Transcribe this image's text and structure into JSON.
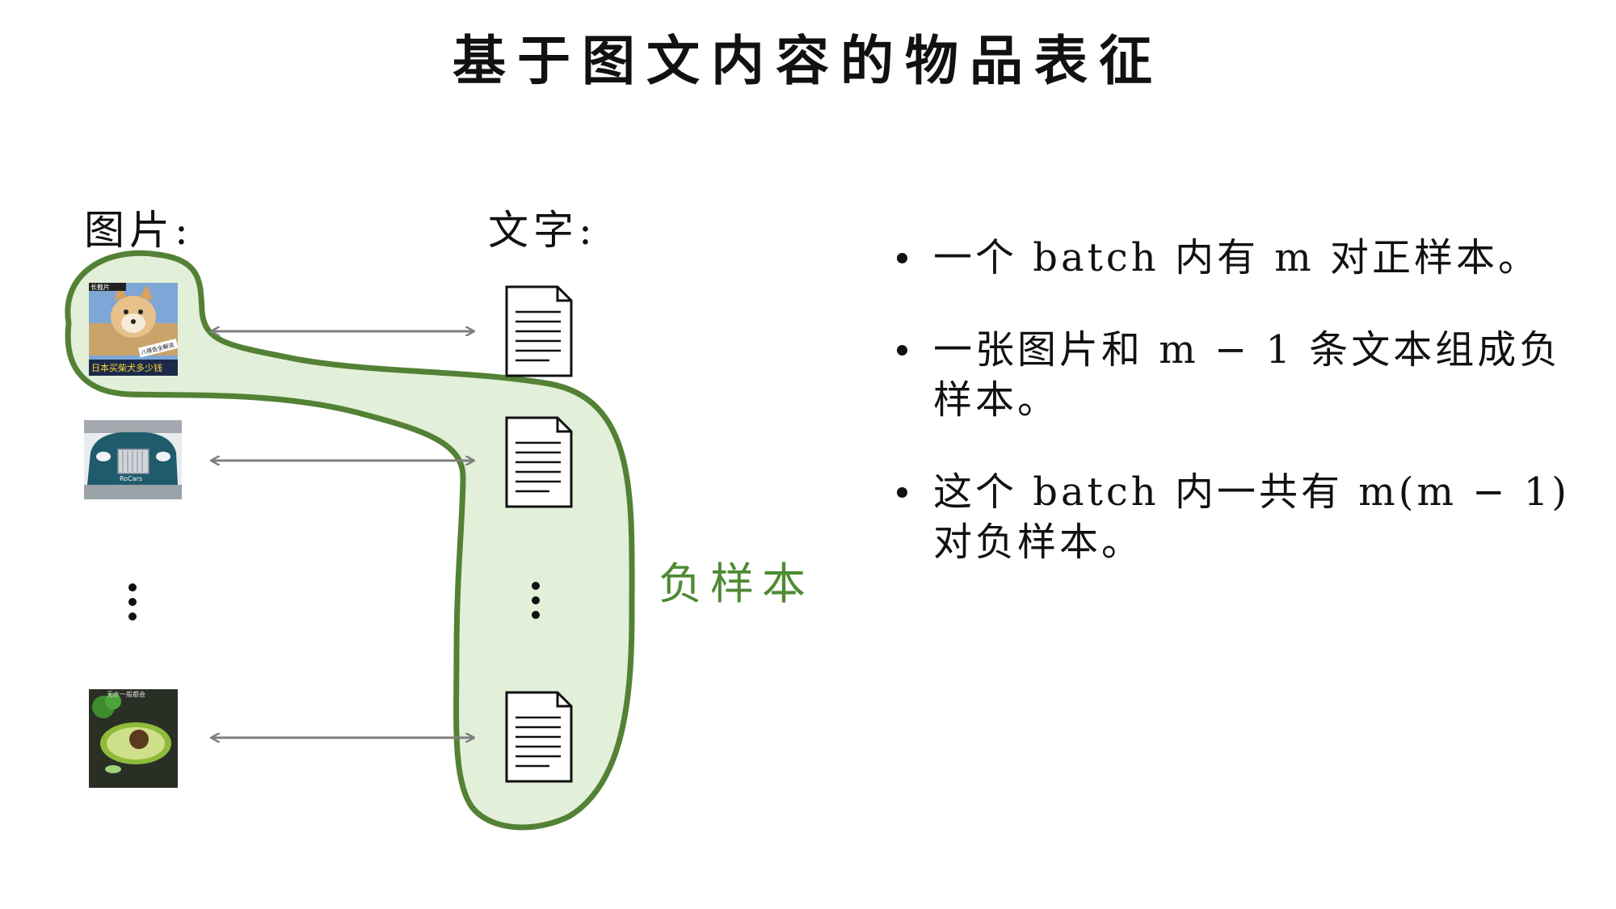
{
  "title": "基于图文内容的物品表征",
  "left_column": {
    "label": "图片:"
  },
  "right_column": {
    "label": "文字:"
  },
  "group_label": "负样本",
  "image_captions": {
    "dog_top": "长截片",
    "dog_tag": "八得告全解说",
    "dog_bottom": "日本买柴犬多少钱",
    "car_brand": "RoCars",
    "food_top": "无水一般都会"
  },
  "bullets": [
    "一个 batch 内有 m 对正样本。",
    "一张图片和 m − 1 条文本组成负样本。",
    "这个 batch 内一共有 m(m − 1) 对负样本。"
  ],
  "colors": {
    "group_fill": "#e2efd9",
    "group_stroke": "#538135",
    "arrow": "#7f7f7f",
    "label_green": "#4e8a33"
  }
}
